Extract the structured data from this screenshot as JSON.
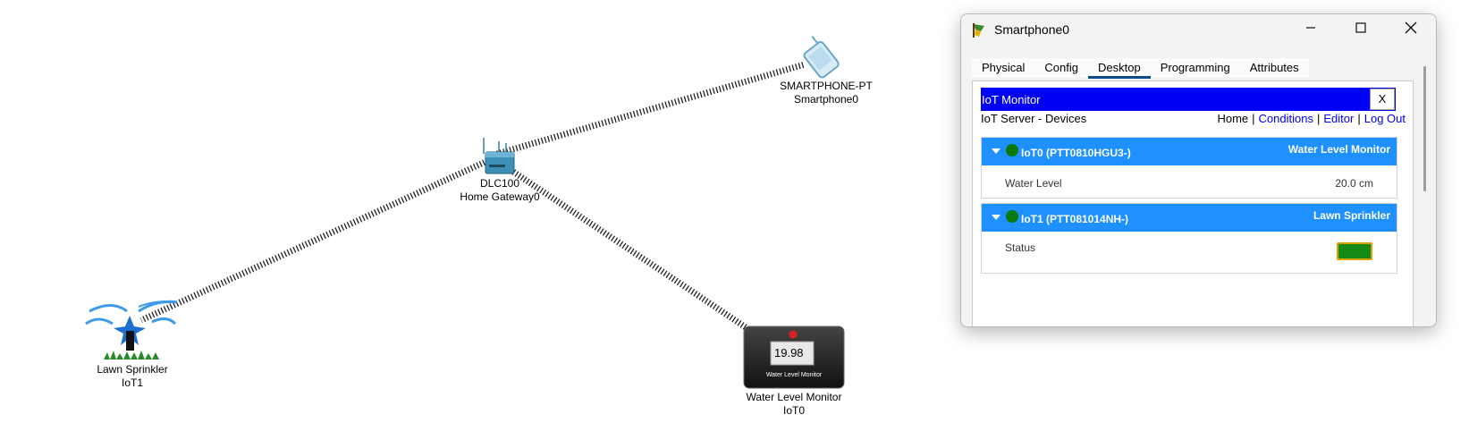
{
  "topology": {
    "gateway": {
      "model": "DLC100",
      "name": "Home Gateway0"
    },
    "smartphone": {
      "model": "SMARTPHONE-PT",
      "name": "Smartphone0"
    },
    "sprinkler": {
      "model": "Lawn Sprinkler",
      "name": "IoT1"
    },
    "water_monitor": {
      "model": "Water Level Monitor",
      "name": "IoT0",
      "display_value": "19.98",
      "screen_label": "Water Level Monitor"
    }
  },
  "window": {
    "title": "Smartphone0",
    "tabs": [
      "Physical",
      "Config",
      "Desktop",
      "Programming",
      "Attributes"
    ],
    "active_tab": "Desktop"
  },
  "iot_monitor": {
    "title": "IoT Monitor",
    "close_label": "X",
    "subtitle": "IoT Server - Devices",
    "nav": {
      "home": "Home",
      "conditions": "Conditions",
      "editor": "Editor",
      "logout": "Log Out",
      "separator": "|"
    },
    "devices": [
      {
        "name": "IoT0 (PTT0810HGU3-)",
        "type": "Water Level Monitor",
        "prop_label": "Water Level",
        "prop_value": "20.0 cm"
      },
      {
        "name": "IoT1 (PTT081014NH-)",
        "type": "Lawn Sprinkler",
        "prop_label": "Status",
        "status_on": true
      }
    ]
  },
  "colors": {
    "header_blue": "#0000f5",
    "device_header": "#1e90ff",
    "link": "#0000ee",
    "status_green": "#138a13",
    "status_border": "#e0a000"
  }
}
